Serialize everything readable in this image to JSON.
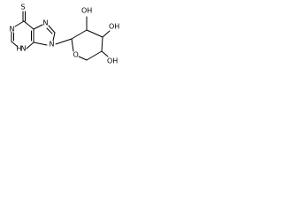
{
  "molecule": {
    "atoms": {
      "thione_s": "S",
      "n_pyrimidine_top": "N",
      "n_pyrimidine_nh": "N",
      "h_pyrimidine": "H",
      "n_imidazole_top": "N",
      "n_imidazole_glycosidic": "N",
      "o_hydroxyl_1": "OH",
      "o_hydroxyl_2": "OH",
      "o_hydroxyl_3": "OH",
      "o_ring": "O"
    }
  }
}
